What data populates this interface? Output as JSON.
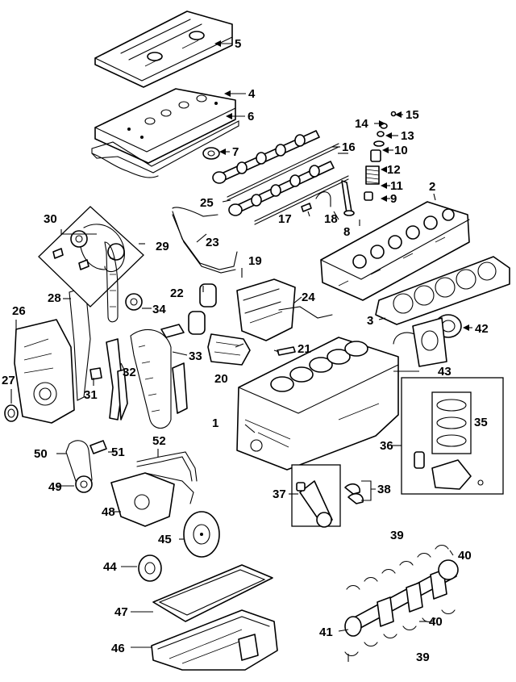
{
  "diagram": {
    "callouts": [
      {
        "id": "c1",
        "text": "1"
      },
      {
        "id": "c2",
        "text": "2"
      },
      {
        "id": "c3",
        "text": "3"
      },
      {
        "id": "c4",
        "text": "4"
      },
      {
        "id": "c5",
        "text": "5"
      },
      {
        "id": "c6",
        "text": "6"
      },
      {
        "id": "c7",
        "text": "7"
      },
      {
        "id": "c8",
        "text": "8"
      },
      {
        "id": "c9",
        "text": "9"
      },
      {
        "id": "c10",
        "text": "10"
      },
      {
        "id": "c11",
        "text": "11"
      },
      {
        "id": "c12",
        "text": "12"
      },
      {
        "id": "c13",
        "text": "13"
      },
      {
        "id": "c14",
        "text": "14"
      },
      {
        "id": "c15",
        "text": "15"
      },
      {
        "id": "c16",
        "text": "16"
      },
      {
        "id": "c17",
        "text": "17"
      },
      {
        "id": "c18",
        "text": "18"
      },
      {
        "id": "c19",
        "text": "19"
      },
      {
        "id": "c20",
        "text": "20"
      },
      {
        "id": "c21",
        "text": "21"
      },
      {
        "id": "c22",
        "text": "22"
      },
      {
        "id": "c23",
        "text": "23"
      },
      {
        "id": "c24",
        "text": "24"
      },
      {
        "id": "c25",
        "text": "25"
      },
      {
        "id": "c26",
        "text": "26"
      },
      {
        "id": "c27",
        "text": "27"
      },
      {
        "id": "c28",
        "text": "28"
      },
      {
        "id": "c29",
        "text": "29"
      },
      {
        "id": "c30",
        "text": "30"
      },
      {
        "id": "c31",
        "text": "31"
      },
      {
        "id": "c32",
        "text": "32"
      },
      {
        "id": "c33",
        "text": "33"
      },
      {
        "id": "c34",
        "text": "34"
      },
      {
        "id": "c35",
        "text": "35"
      },
      {
        "id": "c36",
        "text": "36"
      },
      {
        "id": "c37",
        "text": "37"
      },
      {
        "id": "c38",
        "text": "38"
      },
      {
        "id": "c39a",
        "text": "39"
      },
      {
        "id": "c39b",
        "text": "39"
      },
      {
        "id": "c40a",
        "text": "40"
      },
      {
        "id": "c40b",
        "text": "40"
      },
      {
        "id": "c41",
        "text": "41"
      },
      {
        "id": "c42",
        "text": "42"
      },
      {
        "id": "c43",
        "text": "43"
      },
      {
        "id": "c44",
        "text": "44"
      },
      {
        "id": "c45",
        "text": "45"
      },
      {
        "id": "c46",
        "text": "46"
      },
      {
        "id": "c47",
        "text": "47"
      },
      {
        "id": "c48",
        "text": "48"
      },
      {
        "id": "c49",
        "text": "49"
      },
      {
        "id": "c50",
        "text": "50"
      },
      {
        "id": "c51",
        "text": "51"
      },
      {
        "id": "c52",
        "text": "52"
      }
    ]
  }
}
